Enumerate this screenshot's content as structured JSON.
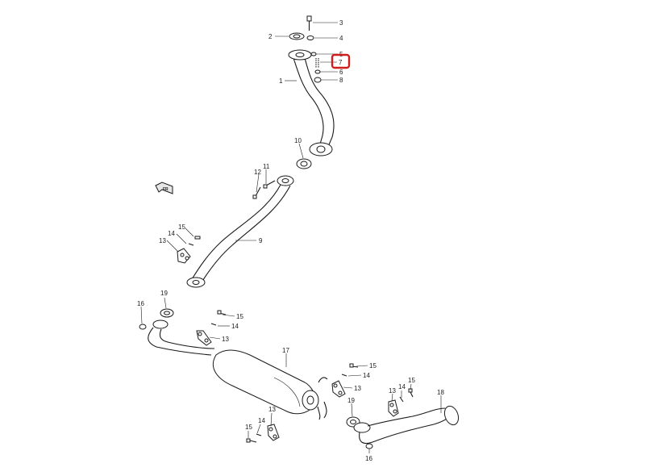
{
  "diagram": {
    "callouts": {
      "c1": "1",
      "c2": "2",
      "c3": "3",
      "c4": "4",
      "c5": "5",
      "c6": "6",
      "c7": "7",
      "c8": "8",
      "c9": "9",
      "c10": "10",
      "c11": "11",
      "c12": "12",
      "c13a": "13",
      "c14a": "14",
      "c15a": "15",
      "c13b": "13",
      "c14b": "14",
      "c15b": "15",
      "c13c": "13",
      "c14c": "14",
      "c15c": "15",
      "c13d": "13",
      "c14d": "14",
      "c15d": "15",
      "c13e": "13",
      "c14e": "14",
      "c15e": "15",
      "c16a": "16",
      "c16b": "16",
      "c17": "17",
      "c18": "18",
      "c19a": "19",
      "c19b": "19"
    },
    "highlighted_part": "7",
    "highlight_color": "#d21d1d",
    "front_arrow_label": "FR"
  }
}
